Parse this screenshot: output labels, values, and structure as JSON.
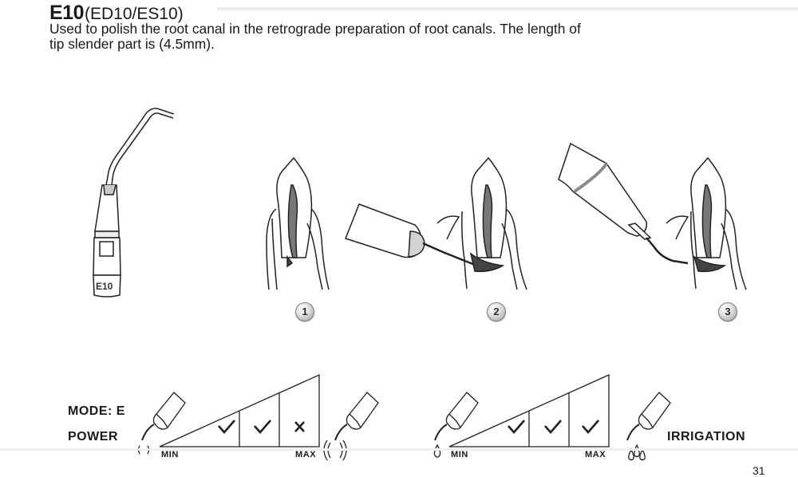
{
  "heading": {
    "code": "E10",
    "compatible": "(ED10/ES10)"
  },
  "description": {
    "line1": "Used to polish the root canal in the retrograde preparation of root canals. The length of",
    "line2": "tip slender part is (4.5mm)."
  },
  "tip_label": "E10",
  "steps": [
    "1",
    "2",
    "3"
  ],
  "settings": {
    "mode_label": "MODE: E",
    "power_label": "POWER",
    "irrigation_label": "IRRIGATION",
    "min_label": "MIN",
    "max_label": "MAX",
    "power_levels": [
      "check",
      "check",
      "cross"
    ],
    "irrigation_levels": [
      "check",
      "check",
      "check"
    ]
  },
  "page_number": "31"
}
